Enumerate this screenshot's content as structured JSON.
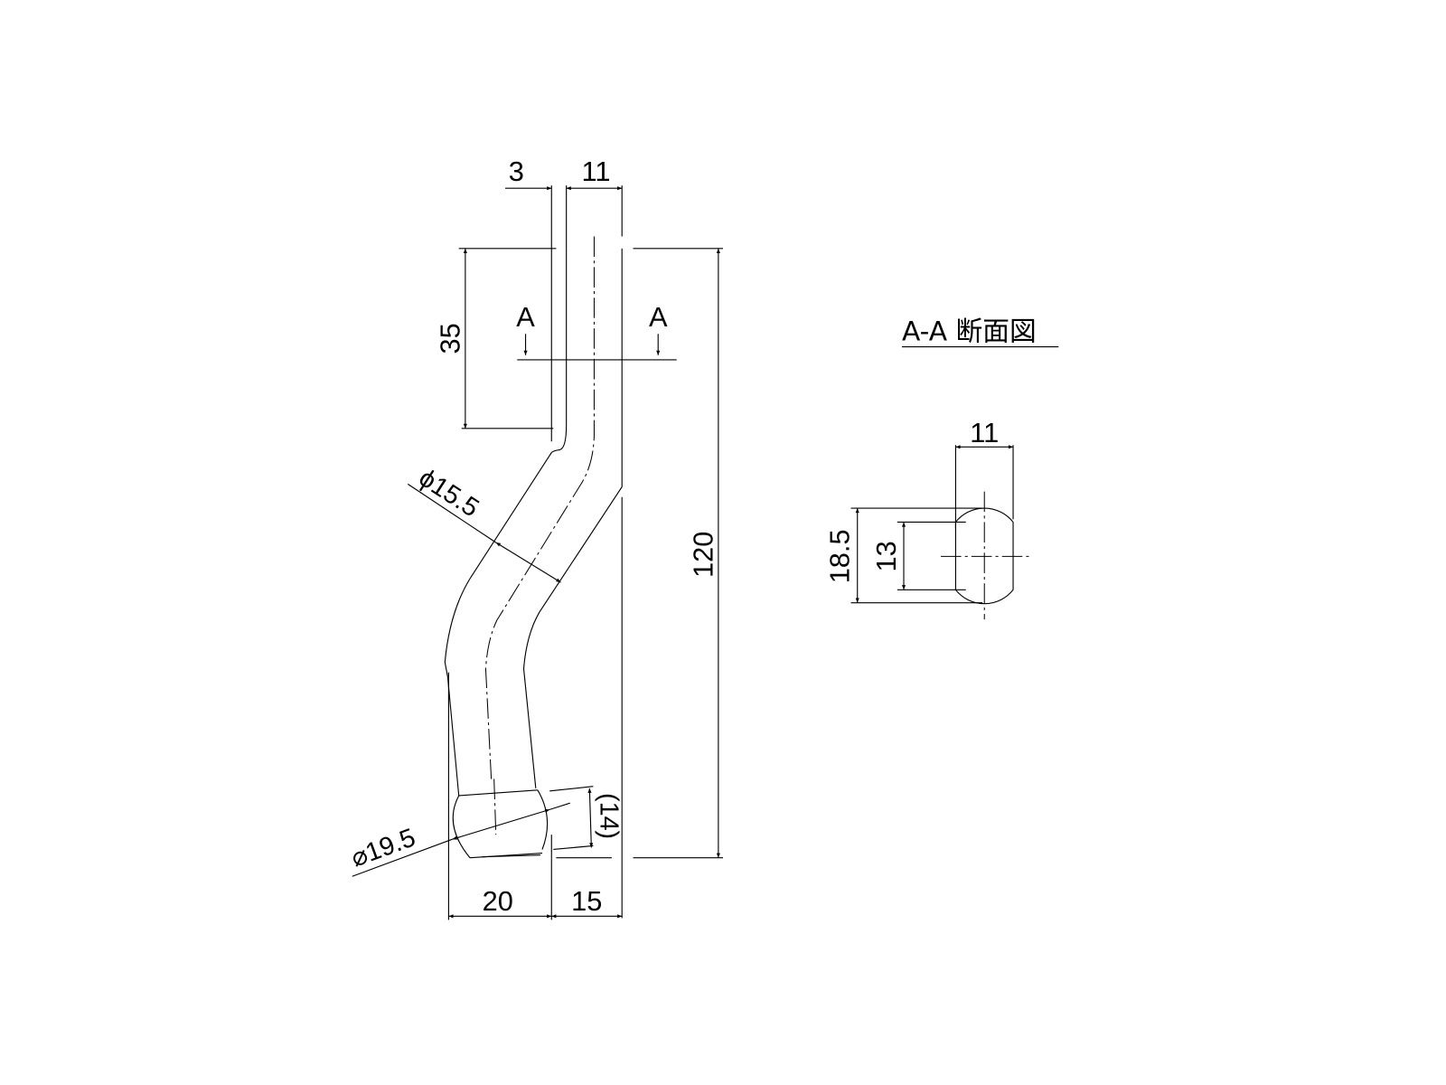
{
  "drawing": {
    "top_dims": {
      "offset": "3",
      "width": "11"
    },
    "height_dims": {
      "straight_length": "35",
      "total_height": "120"
    },
    "section_marks": {
      "left": "A",
      "right": "A"
    },
    "diameter_bend": "ϕ15.5",
    "diameter_knob": "⌀19.5",
    "knob_height": "(14)",
    "bottom_dims": {
      "knob_width": "20",
      "offset": "15"
    }
  },
  "section_view": {
    "title": "A-A 断面図",
    "width": "11",
    "outer_height": "18.5",
    "flat_height": "13"
  }
}
